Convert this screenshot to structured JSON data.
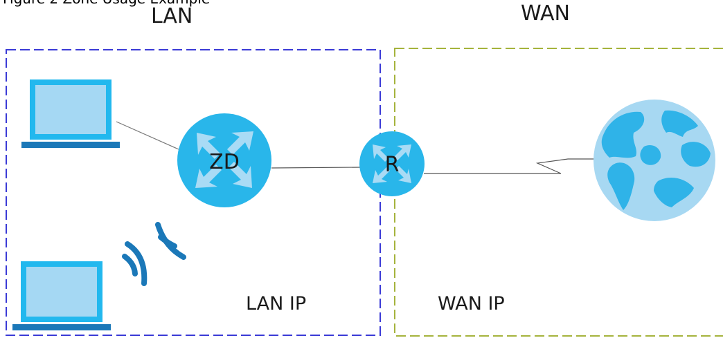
{
  "caption": "Figure 2 Zone Usage Example",
  "zones": {
    "lan": {
      "title": "LAN",
      "ip_label": "LAN IP",
      "border_color": "#3a3ad6"
    },
    "wan": {
      "title": "WAN",
      "ip_label": "WAN IP",
      "border_color": "#a5b33c"
    }
  },
  "nodes": {
    "zd": {
      "label": "ZD",
      "icon": "router-icon"
    },
    "r": {
      "label": "R",
      "icon": "router-icon"
    },
    "internet": {
      "icon": "globe-icon"
    },
    "wired_client": {
      "icon": "laptop-icon"
    },
    "wireless_client": {
      "icon": "laptop-icon"
    },
    "wireless_signal": {
      "icon": "wifi-signal-icon"
    }
  },
  "colors": {
    "device_blue": "#29b6ea",
    "device_light": "#a8daf4",
    "laptop_frame": "#22b8ee",
    "laptop_screen": "#a5d8f3",
    "laptop_base": "#1b78b8",
    "arrow_fill": "#a9dbf5",
    "globe_ocean": "#a7d8f2",
    "globe_land": "#2fb3e8",
    "wifi": "#1b78b8",
    "link_line": "#555555"
  }
}
